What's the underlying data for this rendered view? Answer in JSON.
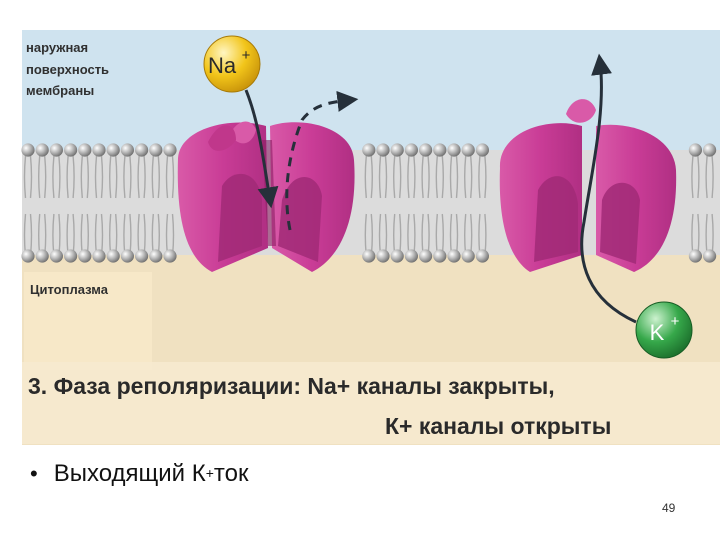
{
  "labels": {
    "outer_surface": [
      "наружная",
      "поверхность",
      "мембраны"
    ],
    "cytoplasm": "Цитоплазма"
  },
  "ions": {
    "sodium": {
      "symbol": "Na",
      "charge": "+"
    },
    "potassium": {
      "symbol": "K",
      "charge": "+"
    }
  },
  "caption": {
    "line1": "3. Фаза реполяризации: Na+ каналы закрыты,",
    "line2": "К+ каналы открыты"
  },
  "bullet": {
    "symbol": "•",
    "text_before": "Выходящий  К",
    "superscript": "+",
    "text_after": " ток"
  },
  "page_number": "49",
  "colors": {
    "extracellular": "#cfe3ef",
    "cytoplasm": "#f0e1c1",
    "label_box": "#f7e8c8",
    "caption_band": "#f6e9cf",
    "phospholipid_head": "#8f8f8f",
    "lipid_tail": "#a9a9a9",
    "channel": "#c93c96",
    "channel_dark": "#a12a77",
    "sodium_ion": "#f2c51a",
    "potassium_ion": "#36a84a",
    "arrow": "#26303a"
  }
}
